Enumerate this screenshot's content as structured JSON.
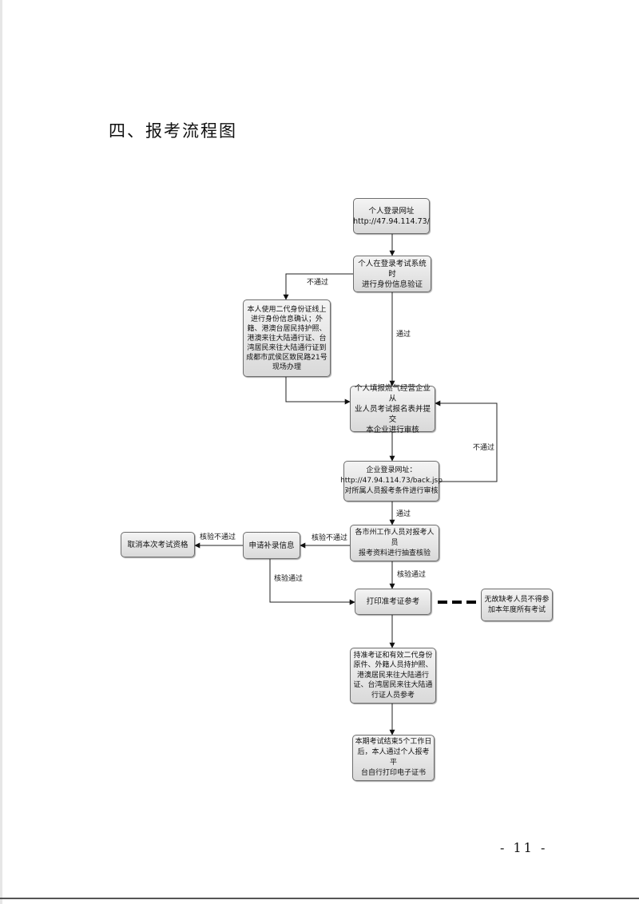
{
  "heading": "四、报考流程图",
  "nodes": {
    "login": "个人登录网址\nhttp://47.94.114.73/",
    "verify": "个人在登录考试系统时\n进行身份信息验证",
    "offline": "本人使用二代身份证线上\n进行身份信息确认；外\n籍、港澳台居民持护照、\n港澳来往大陆通行证、台\n湾居民来往大陆通行证到\n成都市武侯区致民路21号\n现场办理",
    "fill_form": "个人填报燃气经营企业从\n业人员考试报名表并提交\n本企业进行审核",
    "enterprise": "企业登录网址：\nhttp://47.94.114.73/back.jsp\n对所属人员报考条件进行审核",
    "city_check": "各市州工作人员对报考人员\n报考资料进行抽查核验",
    "supplement": "申请补录信息",
    "cancel": "取消本次考试资格",
    "print": "打印准考证参考",
    "absent_notice": "无故缺考人员不得参\n加本年度所有考试",
    "attend": "持准考证和有效二代身份\n原件、外籍人员持护照、\n港澳居民来往大陆通行\n证、台湾居民来往大陆通\n行证人员参考",
    "certificate": "本期考试结束5个工作日\n后，本人通过个人报考平\n台自行打印电子证书"
  },
  "edge_labels": {
    "fail_verify": "不通过",
    "pass_verify": "通过",
    "fail_enterprise": "不通过",
    "pass_enterprise": "通过",
    "check_fail_city": "核验不通过",
    "check_fail_supplement": "核验不通过",
    "check_pass_city": "核验通过",
    "check_pass_supplement": "核验通过"
  },
  "page_number": "- 11 -"
}
